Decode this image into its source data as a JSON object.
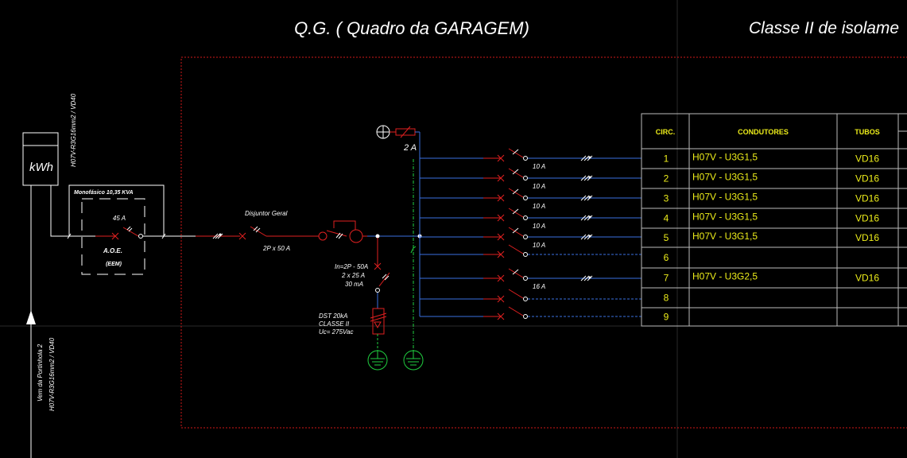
{
  "title": "Q.G. ( Quadro da GARAGEM)",
  "subtitle": "Classe II de isolame",
  "colors": {
    "background": "#000000",
    "phase": "#3a6fe0",
    "protection": "#e02020",
    "earth": "#20d040",
    "table_text": "#ecec1a",
    "frame": "#d01818"
  },
  "meter": {
    "label": "kWh",
    "cable_out": "H07V-R3G16mm2 / VD40",
    "incoming": "Vem da Portinhola 2",
    "incoming_cable": "H07V-R3G16mm2 / VD40"
  },
  "aoe": {
    "supply": "Monofásico   10,35 KVA",
    "rating": "45 A",
    "label": "A.O.E.",
    "sublabel": "(EEM)"
  },
  "main_breaker": {
    "label": "Disjuntor Geral",
    "rating": "2P x 50 A"
  },
  "signal_fuse": {
    "rating": "2 A"
  },
  "rcd": {
    "line1": "In=2P - 50A",
    "line2": "2 x 25 A",
    "line3": "30 mA"
  },
  "spd": {
    "line1": "DST 20kA",
    "line2": "CLASSE II",
    "line3": "Uc= 275Vac"
  },
  "circuits": [
    {
      "rating": "10 A",
      "spare": false
    },
    {
      "rating": "10 A",
      "spare": false
    },
    {
      "rating": "10 A",
      "spare": false
    },
    {
      "rating": "10 A",
      "spare": false
    },
    {
      "rating": "10 A",
      "spare": false
    },
    {
      "rating": "",
      "spare": true
    },
    {
      "rating": "16 A",
      "spare": false
    },
    {
      "rating": "",
      "spare": true
    },
    {
      "rating": "",
      "spare": true
    }
  ],
  "table": {
    "headers": [
      "CIRC.",
      "CONDUTORES",
      "TUBOS"
    ],
    "rows": [
      [
        "1",
        "H07V - U3G1,5",
        "VD16"
      ],
      [
        "2",
        "H07V - U3G1,5",
        "VD16"
      ],
      [
        "3",
        "H07V - U3G1,5",
        "VD16"
      ],
      [
        "4",
        "H07V - U3G1,5",
        "VD16"
      ],
      [
        "5",
        "H07V - U3G1,5",
        "VD16"
      ],
      [
        "6",
        "",
        ""
      ],
      [
        "7",
        "H07V - U3G2,5",
        "VD16"
      ],
      [
        "8",
        "",
        ""
      ],
      [
        "9",
        "",
        ""
      ]
    ]
  }
}
